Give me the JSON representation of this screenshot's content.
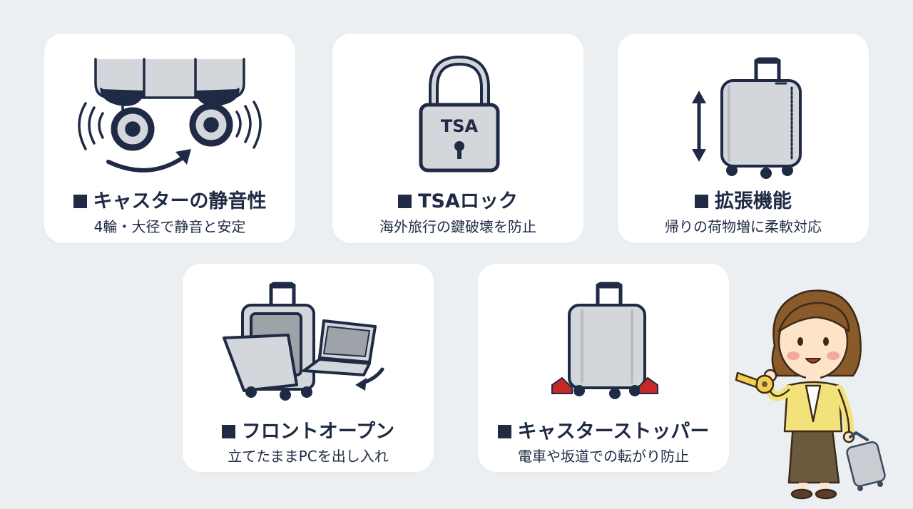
{
  "features": [
    {
      "title": "キャスターの静音性",
      "subtitle": "4輪・大径で静音と安定",
      "icon": "caster-wheels-icon"
    },
    {
      "title": "TSAロック",
      "subtitle": "海外旅行の鍵破壊を防止",
      "icon": "tsa-lock-icon",
      "lock_label": "TSA"
    },
    {
      "title": "拡張機能",
      "subtitle": "帰りの荷物増に柔軟対応",
      "icon": "expandable-suitcase-icon"
    },
    {
      "title": "フロントオープン",
      "subtitle": "立てたままPCを出し入れ",
      "icon": "front-open-suitcase-icon"
    },
    {
      "title": "キャスターストッパー",
      "subtitle": "電車や坂道での転がり防止",
      "icon": "caster-stopper-icon"
    }
  ],
  "colors": {
    "navy": "#1f2a44",
    "suitcase_gray": "#d3d6da",
    "stopper_red": "#c62828",
    "background": "#eceff1",
    "cardigan_yellow": "#f3e27a"
  }
}
